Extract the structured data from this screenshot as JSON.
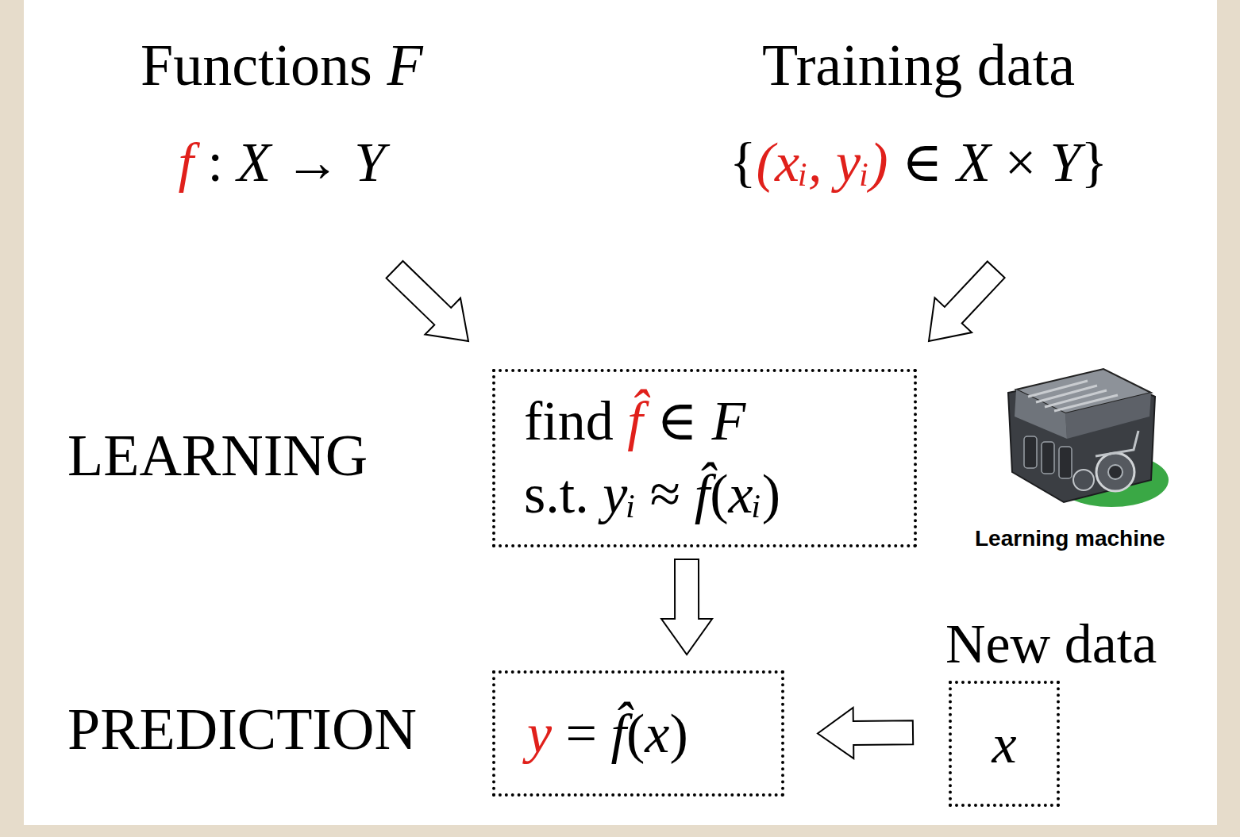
{
  "diagram": {
    "nodes": [
      {
        "text": [
          "Functions F",
          "f : X → Y"
        ]
      },
      {
        "text": [
          "Training data",
          "{(xᵢ, yᵢ) ∈ X × Y}"
        ]
      },
      {
        "text": [
          "find f̂ ∈ F",
          "s.t. yᵢ ≈ f̂(xᵢ)"
        ]
      },
      {
        "text": [
          "y = f̂(x)"
        ]
      },
      {
        "text": [
          "New data",
          "x"
        ]
      }
    ],
    "edges": [
      {
        "from": 0,
        "to": 2,
        "arrow": "to"
      },
      {
        "from": 1,
        "to": 2,
        "arrow": "to"
      },
      {
        "from": 2,
        "to": 3,
        "arrow": "to"
      },
      {
        "from": 4,
        "to": 3,
        "arrow": "to"
      }
    ],
    "labels": [
      "LEARNING",
      "PREDICTION",
      "Learning machine"
    ]
  }
}
